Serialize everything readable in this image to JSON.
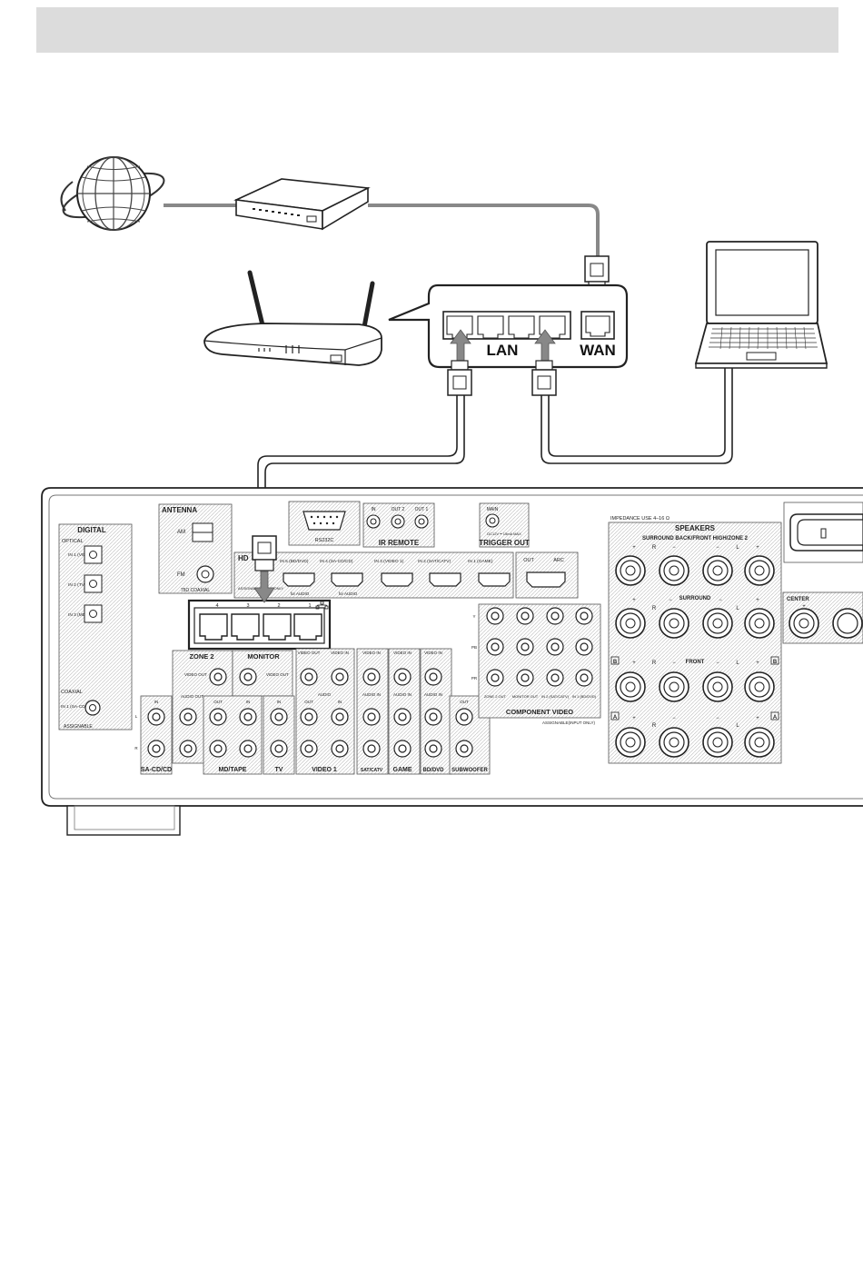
{
  "network": {
    "lan_label": "LAN",
    "wan_label": "WAN"
  },
  "panel": {
    "antenna": {
      "title": "ANTENNA",
      "am": "AM",
      "fm": "FM",
      "coax": "75Ω COAXIAL"
    },
    "digital": {
      "title": "DIGITAL",
      "optical": "OPTICAL",
      "inputs": [
        "IN 1 (VIDEO 1)",
        "IN 2 (TV)",
        "IN 3 (MD/ TAPE)"
      ],
      "coaxial": "COAXIAL",
      "coax_in": "IN 1 (SA-CD/ CD)",
      "assignable": "ASSIGNABLE"
    },
    "rs232c": "RS232C",
    "ir_remote": {
      "title": "IR REMOTE",
      "jacks": [
        "IN",
        "OUT 2",
        "OUT 1"
      ]
    },
    "trigger": {
      "title": "TRIGGER OUT",
      "main": "MAIN",
      "spec": "DC12V ━ 15mA MAX"
    },
    "hdmi": {
      "title": "HD",
      "assignable": "ASSIGNABLE INPUT ONLY",
      "inputs": [
        "IN 5 (BD/DVD)",
        "IN 4 (SA-CD/CD)",
        "IN 3 (VIDEO 1)",
        "IN 2 (SAT/CATV)",
        "IN 1 (GAME)"
      ],
      "for_audio": "for AUDIO",
      "out": "OUT",
      "arc": "ARC"
    },
    "lan_ports": [
      "4",
      "3",
      "2",
      "1"
    ],
    "analog": {
      "zone2": "ZONE 2",
      "monitor": "MONITOR",
      "video_out": "VIDEO OUT",
      "video_in": "VIDEO IN",
      "audio_out": "AUDIO OUT",
      "audio_in": "AUDIO IN",
      "audio": "AUDIO",
      "in": "IN",
      "out": "OUT",
      "l": "L",
      "r": "R",
      "groups": [
        "SA-CD/CD",
        "MD/TAPE",
        "TV",
        "VIDEO 1",
        "SAT/CATV",
        "GAME",
        "BD/DVD",
        "SUBWOOFER"
      ]
    },
    "component": {
      "title": "COMPONENT VIDEO",
      "assignable": "ASSIGNABLE(INPUT ONLY)",
      "rows": [
        "Y",
        "PB",
        "PR"
      ],
      "cols": [
        "ZONE 2 OUT",
        "MONITOR OUT",
        "IN 2 (SAT/CATV)",
        "IN 1 (BD/DVD)"
      ]
    },
    "speakers": {
      "impedance": "IMPEDANCE USE 4–16 Ω",
      "title": "SPEAKERS",
      "surround_back": "SURROUND BACK/FRONT HIGH/ZONE 2",
      "surround": "SURROUND",
      "front": "FRONT",
      "center": "CENTER",
      "plus": "+",
      "minus": "−",
      "r": "R",
      "l": "L",
      "a": "A",
      "b": "B"
    }
  }
}
